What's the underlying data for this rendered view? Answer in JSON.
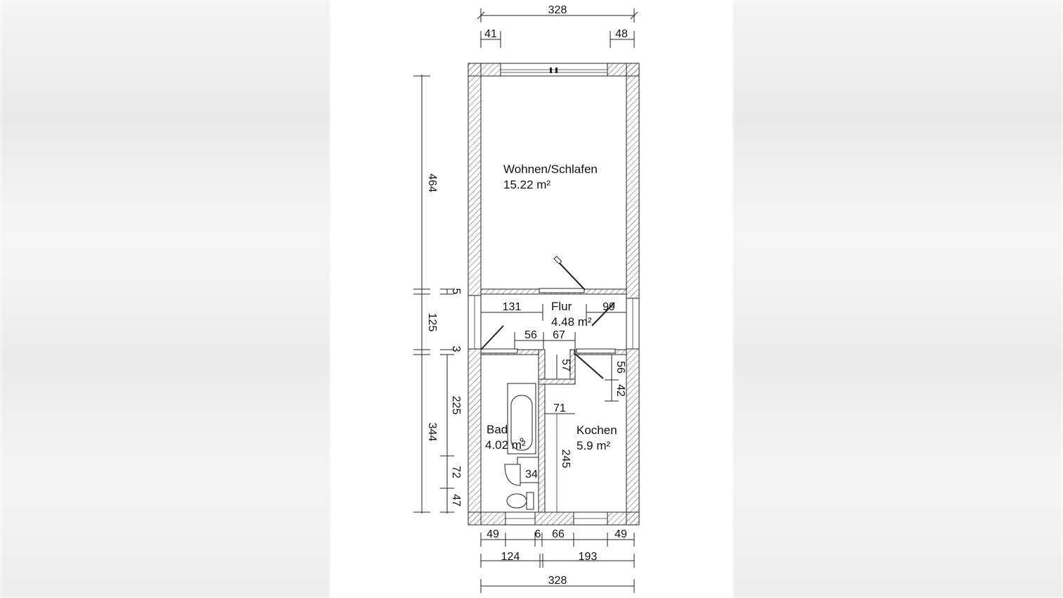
{
  "plan": {
    "rooms": [
      {
        "name": "Wohnen/Schlafen",
        "area": "15.22 m²"
      },
      {
        "name": "Flur",
        "area": "4.48 m²"
      },
      {
        "name": "Bad",
        "area": "4.02 m²"
      },
      {
        "name": "Kochen",
        "area": "5.9 m²"
      }
    ],
    "dimensions": {
      "top_total": "328",
      "top_left_window_offset": "41",
      "top_right_window_offset": "48",
      "left_upper": "464",
      "left_gap": "5",
      "left_middle": "125",
      "left_gap2": "3",
      "left_lower": "344",
      "bath_height": "225",
      "bath_sink": "72",
      "bath_wc": "47",
      "flur_left": "131",
      "flur_right": "99",
      "flur_56": "56",
      "flur_67": "67",
      "shaft_57": "57",
      "shaft_71": "71",
      "kitchen_56": "56",
      "kitchen_42": "42",
      "kitchen_245": "245",
      "bath_34": "34",
      "bottom_49a": "49",
      "bottom_6": "6",
      "bottom_66": "66",
      "bottom_49b": "49",
      "bottom_124": "124",
      "bottom_193": "193",
      "bottom_total": "328"
    }
  }
}
